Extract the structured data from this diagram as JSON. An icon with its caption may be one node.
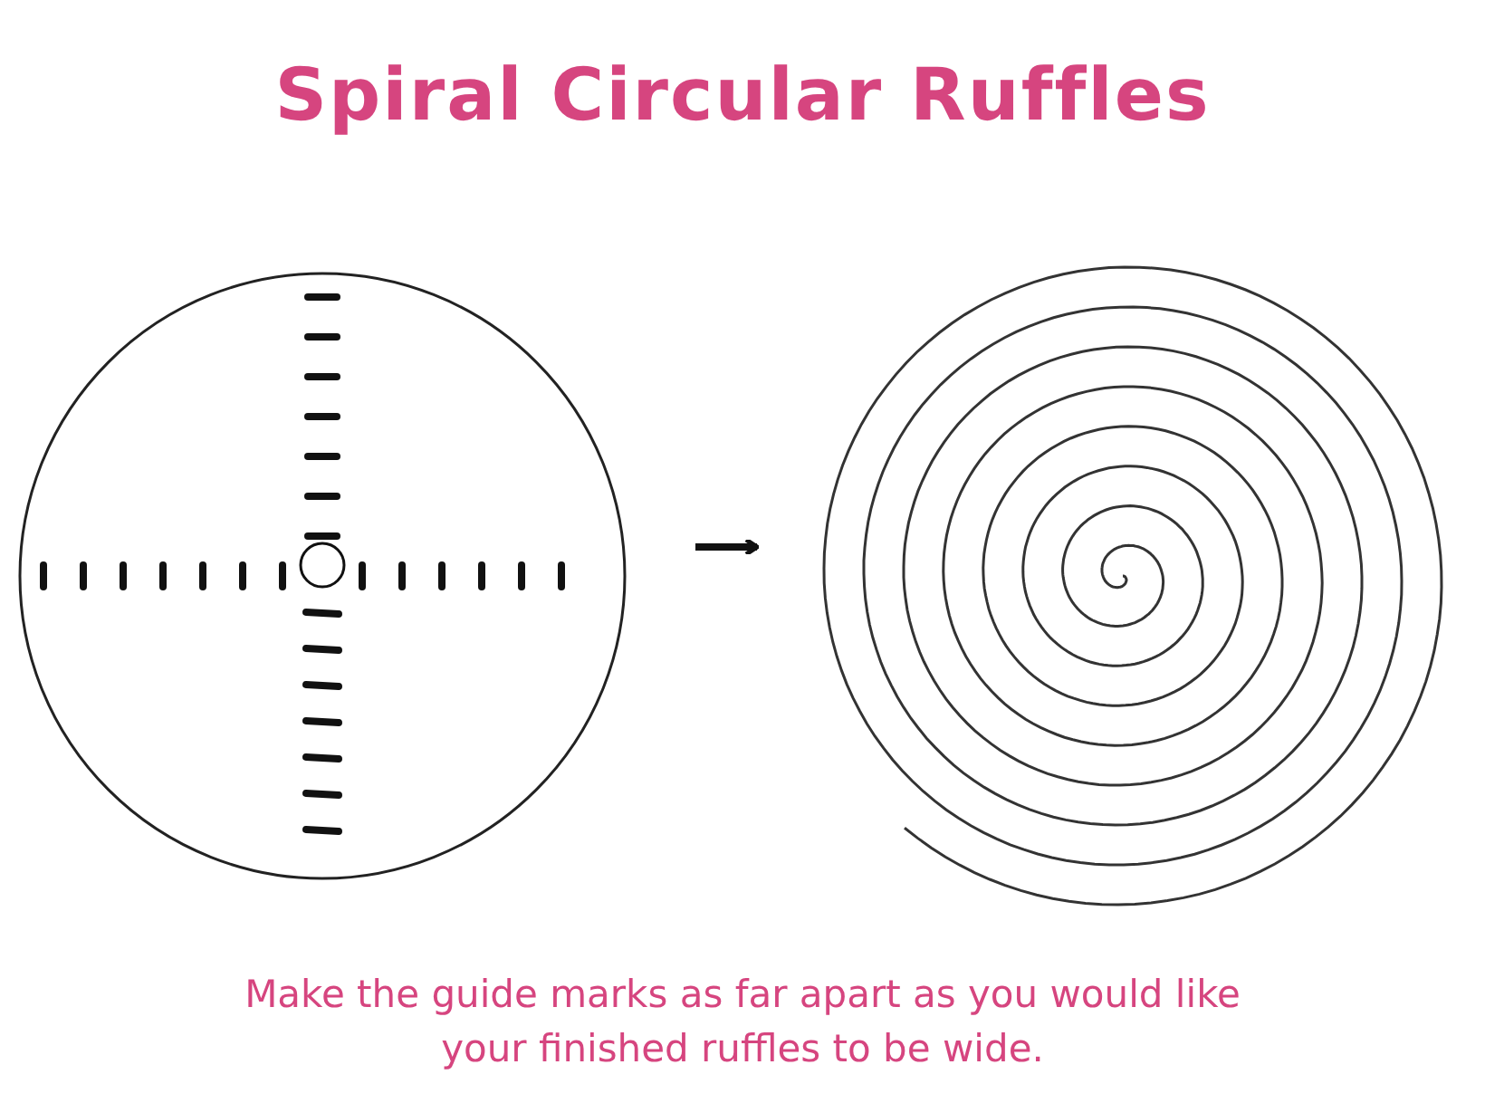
{
  "diagram": {
    "title": "Spiral Circular Ruffles",
    "caption": "Make the guide marks as far apart as you would like your finished ruffles to be wide.",
    "nodes": [
      {
        "text": [],
        "shape": "picture"
      },
      {
        "text": [],
        "shape": "picture"
      }
    ],
    "edges": [
      {
        "from": 0,
        "to": 1,
        "arrow": "to"
      }
    ]
  }
}
